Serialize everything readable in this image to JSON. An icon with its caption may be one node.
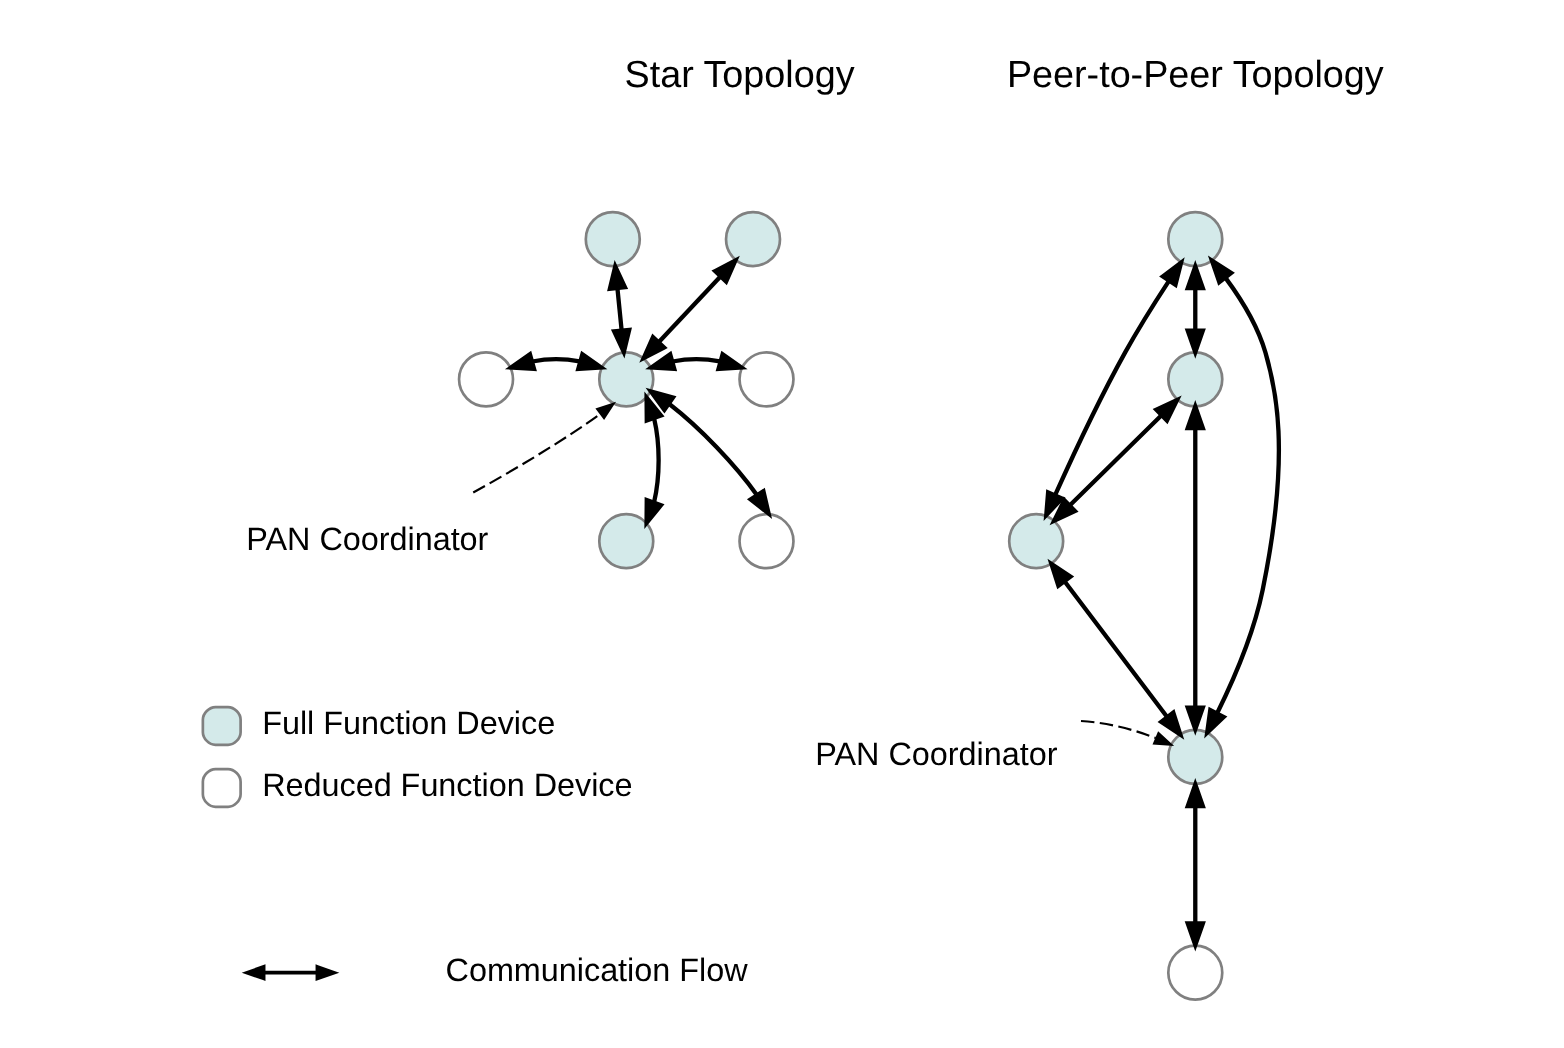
{
  "diagram": {
    "nodes": [
      {
        "text": [],
        "shape": "circle"
      },
      {
        "text": [],
        "shape": "circle"
      },
      {
        "text": [],
        "shape": "circle"
      },
      {
        "text": [],
        "shape": "circle"
      },
      {
        "text": [],
        "shape": "circle"
      },
      {
        "text": [
          "PAN Coordinator"
        ]
      },
      {
        "text": [],
        "shape": "circle"
      },
      {
        "text": [],
        "shape": "circle"
      },
      {
        "text": [],
        "shape": "circle"
      },
      {
        "text": [],
        "shape": "circle"
      },
      {
        "text": [],
        "shape": "circle"
      },
      {
        "text": [],
        "shape": "circle"
      },
      {
        "text": [
          "PAN Coordinator"
        ]
      },
      {
        "text": [],
        "shape": "circle"
      }
    ],
    "edges": [
      {
        "from": 0,
        "to": 4,
        "arrow": "both"
      },
      {
        "from": 1,
        "to": 4,
        "arrow": "both"
      },
      {
        "from": 3,
        "to": 4,
        "arrow": "both"
      },
      {
        "from": 2,
        "to": 4,
        "arrow": "both"
      },
      {
        "from": 7,
        "to": 4,
        "arrow": "both"
      },
      {
        "from": 6,
        "to": 4,
        "arrow": "both"
      },
      {
        "from": 5,
        "to": 4,
        "arrow": "to",
        "style": "dashed"
      },
      {
        "from": 8,
        "to": 9,
        "arrow": "both"
      },
      {
        "from": 8,
        "to": 10,
        "arrow": "both"
      },
      {
        "from": 8,
        "to": 11,
        "arrow": "both"
      },
      {
        "from": 9,
        "to": 10,
        "arrow": "both"
      },
      {
        "from": 9,
        "to": 11,
        "arrow": "both"
      },
      {
        "from": 10,
        "to": 11,
        "arrow": "both"
      },
      {
        "from": 12,
        "to": 11,
        "arrow": "to",
        "style": "dashed"
      },
      {
        "from": 11,
        "to": 13,
        "arrow": "both"
      }
    ],
    "labels": [
      "Star Topology",
      "Peer-to-Peer Topology"
    ],
    "legend": [
      {
        "text": "Full Function Device",
        "color": "#d4eaea"
      },
      {
        "text": "Reduced Function Device",
        "color": "#ffffff"
      },
      {
        "text": "Communication Flow"
      }
    ]
  }
}
